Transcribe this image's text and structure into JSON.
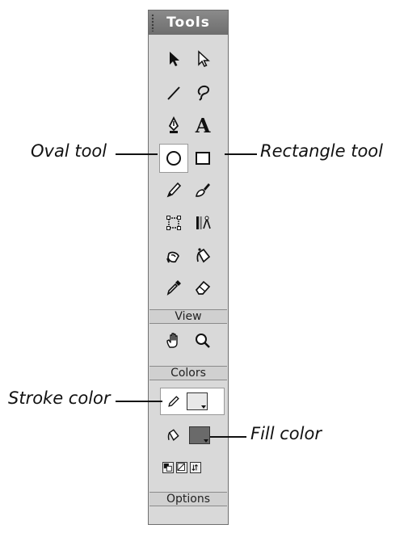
{
  "panel": {
    "title": "Tools",
    "sections": {
      "view": "View",
      "colors": "Colors",
      "options": "Options"
    },
    "tools": [
      {
        "name": "arrow-tool",
        "icon": "arrow-icon"
      },
      {
        "name": "subselect-tool",
        "icon": "subselect-arrow-icon"
      },
      {
        "name": "line-tool",
        "icon": "line-icon"
      },
      {
        "name": "lasso-tool",
        "icon": "lasso-icon"
      },
      {
        "name": "pen-tool",
        "icon": "pen-icon"
      },
      {
        "name": "text-tool",
        "icon": "text-icon",
        "glyph": "A"
      },
      {
        "name": "oval-tool",
        "icon": "oval-icon",
        "selected": true
      },
      {
        "name": "rectangle-tool",
        "icon": "rectangle-icon"
      },
      {
        "name": "pencil-tool",
        "icon": "pencil-icon"
      },
      {
        "name": "brush-tool",
        "icon": "brush-icon"
      },
      {
        "name": "free-transform-tool",
        "icon": "free-transform-icon"
      },
      {
        "name": "fill-transform-tool",
        "icon": "fill-transform-icon"
      },
      {
        "name": "ink-bottle-tool",
        "icon": "ink-bottle-icon"
      },
      {
        "name": "paint-bucket-tool",
        "icon": "paint-bucket-icon"
      },
      {
        "name": "eyedropper-tool",
        "icon": "eyedropper-icon"
      },
      {
        "name": "eraser-tool",
        "icon": "eraser-icon"
      }
    ],
    "view_tools": [
      {
        "name": "hand-tool",
        "icon": "hand-icon"
      },
      {
        "name": "zoom-tool",
        "icon": "magnifier-icon"
      }
    ],
    "colors": {
      "stroke_swatch": "#e8e8e8",
      "fill_swatch": "#6a6a6a"
    }
  },
  "callouts": {
    "oval": "Oval tool",
    "rectangle": "Rectangle tool",
    "stroke": "Stroke color",
    "fill": "Fill color"
  }
}
